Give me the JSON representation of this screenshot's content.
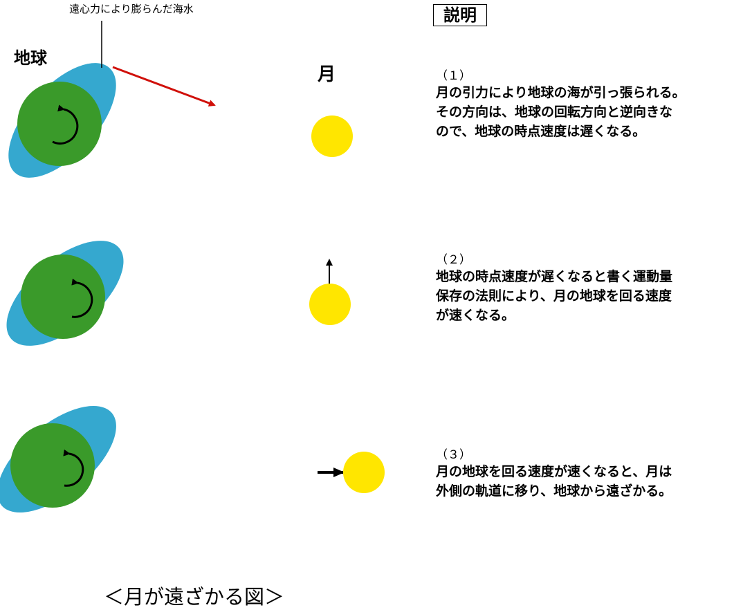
{
  "labels": {
    "bulge_callout": "遠心力により膨らんだ海水",
    "earth": "地球",
    "moon": "月",
    "heading": "説明"
  },
  "steps": [
    {
      "num": "（１）",
      "lines": [
        "月の引力により地球の海が引っ張られる。",
        "その方向は、地球の回転方向と逆向きな",
        "ので、地球の時点速度は遅くなる。"
      ]
    },
    {
      "num": "（２）",
      "lines": [
        "地球の時点速度が遅くなると書く運動量",
        "保存の法則により、月の地球を回る速度",
        "が速くなる。"
      ]
    },
    {
      "num": "（３）",
      "lines": [
        "月の地球を回る速度が速くなると、月は",
        "外側の軌道に移り、地球から遠ざかる。"
      ]
    }
  ],
  "caption": "＜月が遠ざかる図＞",
  "colors": {
    "ocean": "#35a8cf",
    "earth": "#3a9a2a",
    "moon": "#ffe600",
    "force_arrow": "#d0100a",
    "ink": "#000000"
  }
}
